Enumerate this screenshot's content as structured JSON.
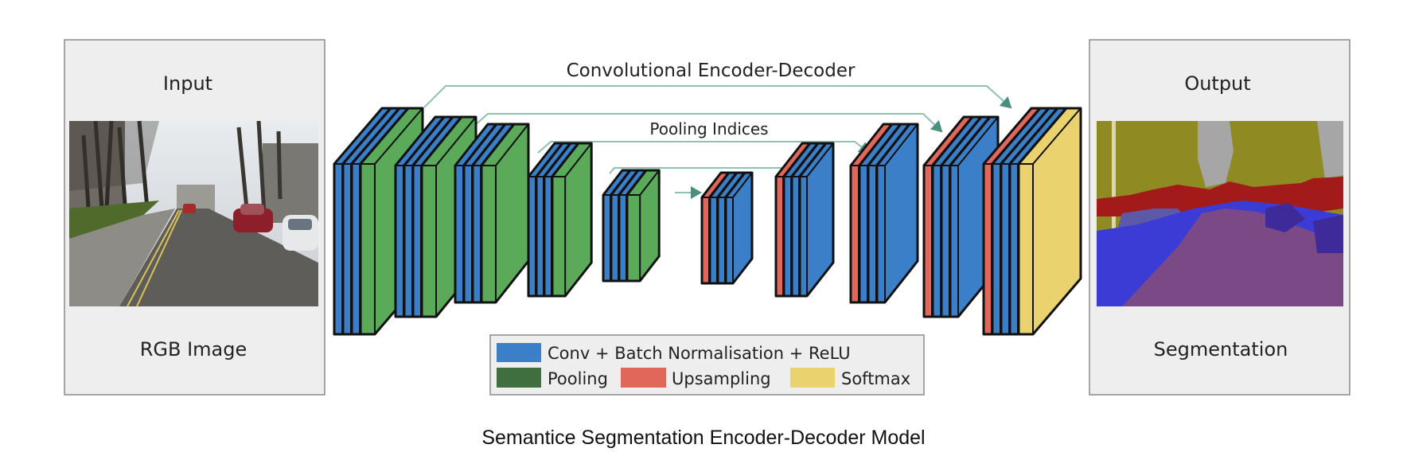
{
  "input_panel": {
    "title": "Input",
    "subtitle": "RGB Image"
  },
  "output_panel": {
    "title": "Output",
    "subtitle": "Segmentation"
  },
  "diagram": {
    "top_label": "Convolutional Encoder-Decoder",
    "skip_label": "Pooling Indices"
  },
  "legend": {
    "conv": "Conv + Batch Normalisation + ReLU",
    "pool": "Pooling",
    "upsample": "Upsampling",
    "softmax": "Softmax"
  },
  "colors": {
    "conv": "#3a7fc7",
    "conv_light": "#5a9bd6",
    "pool": "#5aaa5a",
    "upsample": "#e0675a",
    "softmax": "#ead36e",
    "legend_pool": "#3f6e3f",
    "panel_bg": "#eeeeee",
    "arrow": "#8fc0b0"
  },
  "caption": "Semantice Segmentation Encoder-Decoder Model"
}
